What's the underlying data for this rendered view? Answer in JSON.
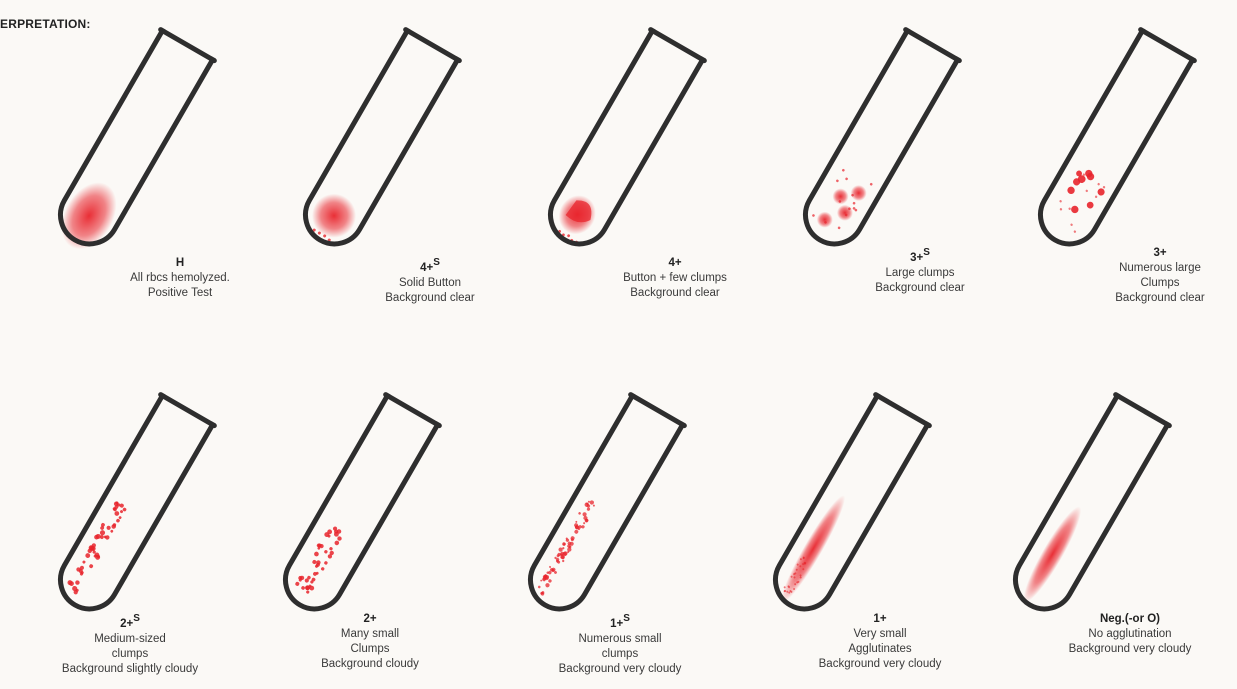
{
  "heading": "ERPRETATION:",
  "tubes": [
    {
      "grade": "H",
      "sup": "",
      "lines": [
        "All rbcs hemolyzed.",
        "Positive Test"
      ]
    },
    {
      "grade": "4+",
      "sup": "S",
      "lines": [
        "Solid Button",
        "Background clear"
      ]
    },
    {
      "grade": "4+",
      "sup": "",
      "lines": [
        "Button + few clumps",
        "Background clear"
      ]
    },
    {
      "grade": "3+",
      "sup": "S",
      "lines": [
        "Large clumps",
        "Background clear"
      ]
    },
    {
      "grade": "3+",
      "sup": "",
      "lines": [
        "Numerous large",
        "Clumps",
        "Background clear"
      ]
    },
    {
      "grade": "2+",
      "sup": "S",
      "lines": [
        "Medium-sized",
        "clumps",
        "Background slightly cloudy"
      ]
    },
    {
      "grade": "2+",
      "sup": "",
      "lines": [
        "Many small",
        "Clumps",
        "Background cloudy"
      ]
    },
    {
      "grade": "1+",
      "sup": "S",
      "lines": [
        "Numerous small",
        "clumps",
        "Background very cloudy"
      ]
    },
    {
      "grade": "1+",
      "sup": "",
      "lines": [
        "Very small",
        "Agglutinates",
        "Background very cloudy"
      ]
    },
    {
      "grade": "Neg.(-or O)",
      "sup": "",
      "lines": [
        "No agglutination",
        "Background very cloudy"
      ]
    }
  ],
  "colors": {
    "tube_outline": "#2e2e2e",
    "cells": "#e8242c"
  }
}
